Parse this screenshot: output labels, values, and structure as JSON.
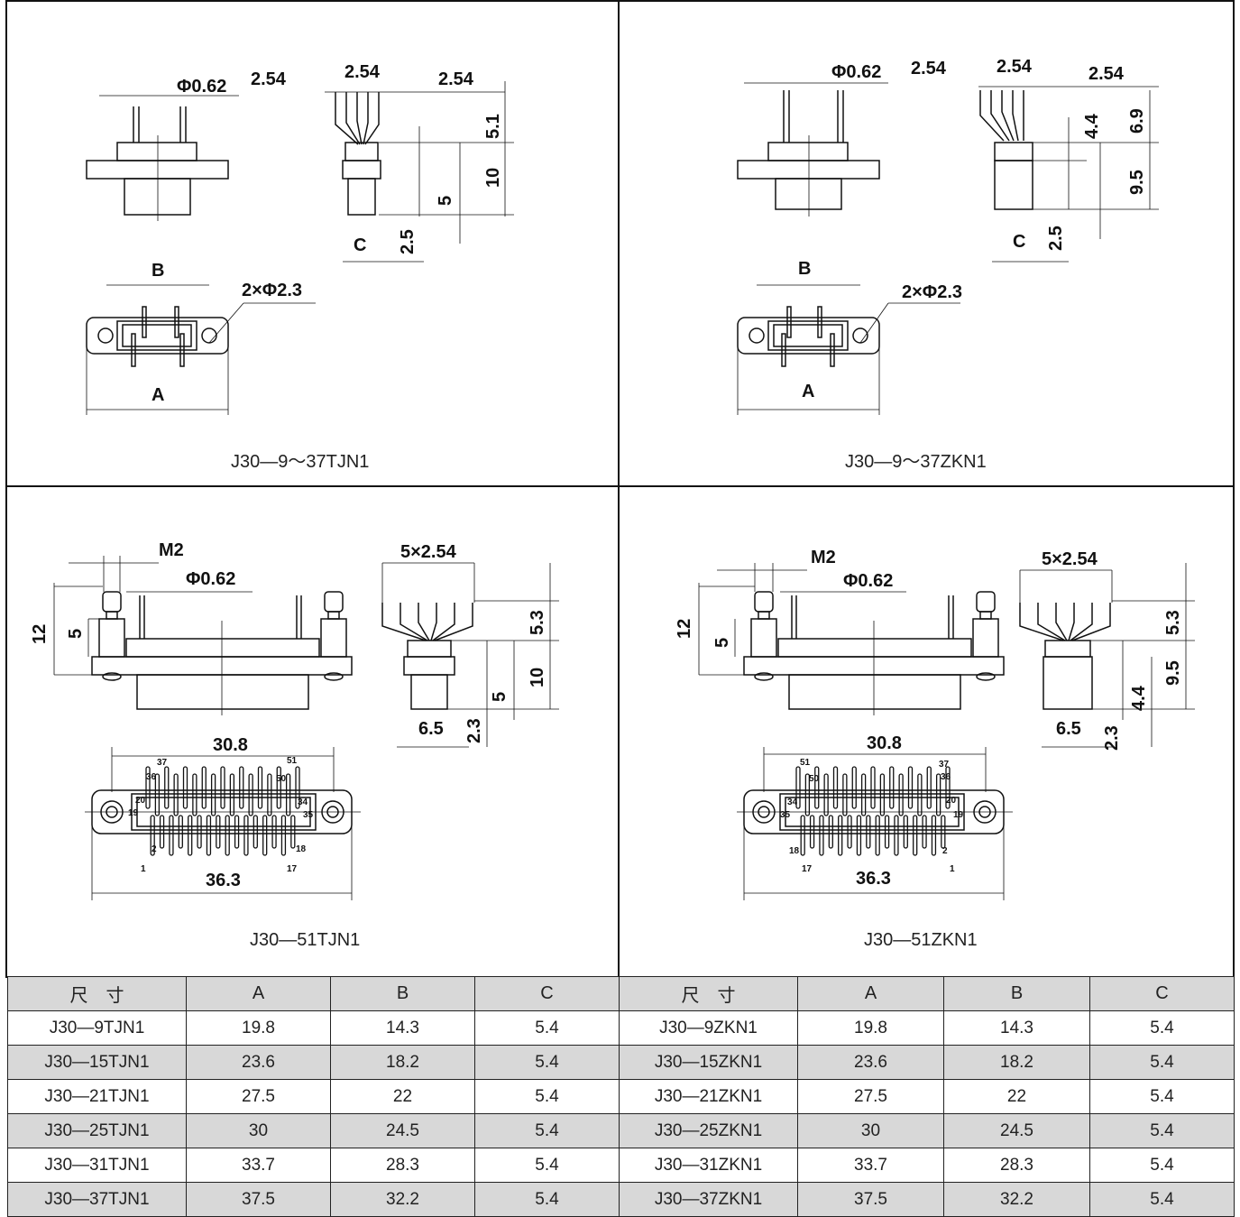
{
  "panels": [
    {
      "caption": "J30—9～37TJN1",
      "dims": {
        "pin_dia": "Φ0.62",
        "pitch_a": "2.54",
        "pitch_b": "2.54",
        "pitch_c": "2.54",
        "h1": "5.1",
        "h2": "10",
        "h3": "5",
        "h4": "2.5",
        "c": "C",
        "b": "B",
        "a": "A",
        "holes": "2×Φ2.3"
      }
    },
    {
      "caption": "J30—9～37ZKN1",
      "dims": {
        "pin_dia": "Φ0.62",
        "pitch_a": "2.54",
        "pitch_b": "2.54",
        "pitch_c": "2.54",
        "h1": "4.4",
        "h2": "6.9",
        "h3": "9.5",
        "h4": "2.5",
        "c": "C",
        "b": "B",
        "a": "A",
        "holes": "2×Φ2.3"
      }
    },
    {
      "caption": "J30—51TJN1",
      "dims": {
        "screw": "M2",
        "pin_dia": "Φ0.62",
        "h12": "12",
        "h5": "5",
        "pitch5": "5×2.54",
        "v1": "5.3",
        "v2": "10",
        "v3": "5",
        "v4": "2.3",
        "w": "6.5",
        "b": "30.8",
        "a": "36.3",
        "pins": [
          "37",
          "36",
          "20",
          "19",
          "51",
          "50",
          "34",
          "35",
          "2",
          "1",
          "18",
          "17"
        ]
      }
    },
    {
      "caption": "J30—51ZKN1",
      "dims": {
        "screw": "M2",
        "pin_dia": "Φ0.62",
        "h12": "12",
        "h5": "5",
        "pitch5": "5×2.54",
        "v1": "5.3",
        "v2": "9.5",
        "v3": "4.4",
        "v4": "2.3",
        "w": "6.5",
        "b": "30.8",
        "a": "36.3",
        "pins": [
          "51",
          "50",
          "34",
          "35",
          "37",
          "36",
          "20",
          "19",
          "18",
          "17",
          "2",
          "1"
        ]
      }
    }
  ],
  "table": {
    "header": [
      "尺　寸",
      "A",
      "B",
      "C",
      "尺　寸",
      "A",
      "B",
      "C"
    ],
    "rows": [
      [
        "J30—9TJN1",
        "19.8",
        "14.3",
        "5.4",
        "J30—9ZKN1",
        "19.8",
        "14.3",
        "5.4"
      ],
      [
        "J30—15TJN1",
        "23.6",
        "18.2",
        "5.4",
        "J30—15ZKN1",
        "23.6",
        "18.2",
        "5.4"
      ],
      [
        "J30—21TJN1",
        "27.5",
        "22",
        "5.4",
        "J30—21ZKN1",
        "27.5",
        "22",
        "5.4"
      ],
      [
        "J30—25TJN1",
        "30",
        "24.5",
        "5.4",
        "J30—25ZKN1",
        "30",
        "24.5",
        "5.4"
      ],
      [
        "J30—31TJN1",
        "33.7",
        "28.3",
        "5.4",
        "J30—31ZKN1",
        "33.7",
        "28.3",
        "5.4"
      ],
      [
        "J30—37TJN1",
        "37.5",
        "32.2",
        "5.4",
        "J30—37ZKN1",
        "37.5",
        "32.2",
        "5.4"
      ]
    ]
  }
}
